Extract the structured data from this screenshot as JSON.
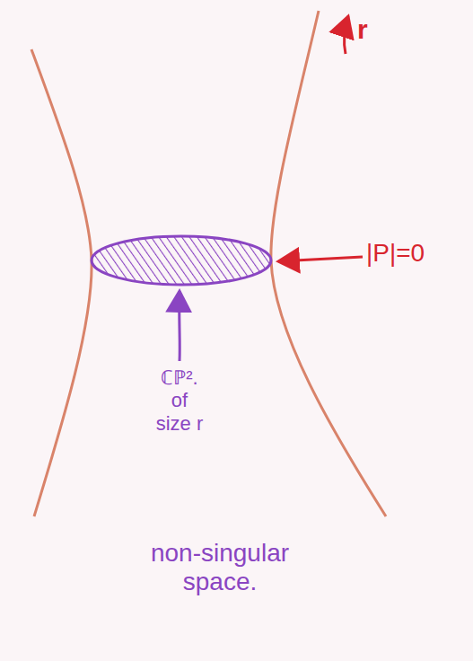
{
  "diagram": {
    "labels": [
      "r",
      "|P|=0",
      "ℂℙ². of size r",
      "non-singular space."
    ]
  }
}
